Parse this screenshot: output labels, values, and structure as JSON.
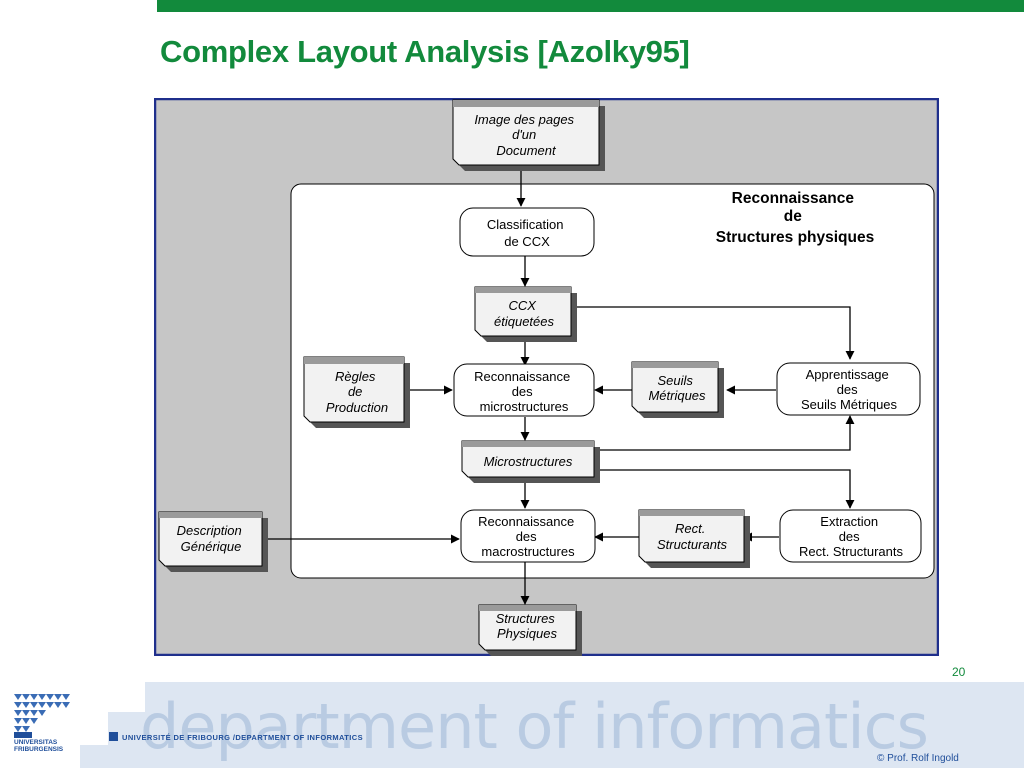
{
  "slide": {
    "title": "Complex Layout Analysis [Azolky95]",
    "page_number": "20"
  },
  "diagram": {
    "region_title": [
      "Reconnaissance",
      "de",
      "Structures physiques"
    ],
    "documents": {
      "image": [
        "Image des pages",
        "d'un",
        "Document"
      ],
      "ccx": [
        "CCX",
        "étiquetées"
      ],
      "regles": [
        "Règles",
        "de",
        "Production"
      ],
      "seuils": [
        "Seuils",
        "Métriques"
      ],
      "microstructures": [
        "Microstructures"
      ],
      "description": [
        "Description",
        "Générique"
      ],
      "rect": [
        "Rect.",
        "Structurants"
      ],
      "structures": [
        "Structures",
        "Physiques"
      ]
    },
    "processes": {
      "classification": [
        "Classification",
        "de CCX"
      ],
      "reco_micro": [
        "Reconnaissance",
        "des",
        "microstructures"
      ],
      "apprentissage": [
        "Apprentissage",
        "des",
        "Seuils Métriques"
      ],
      "reco_macro": [
        "Reconnaissance",
        "des",
        "macrostructures"
      ],
      "extraction": [
        "Extraction",
        "des",
        "Rect. Structurants"
      ]
    }
  },
  "footer": {
    "wordmark": "department of informatics",
    "line": "UNIVERSITÉ DE FRIBOURG /DEPARTMENT OF INFORMATICS",
    "logo_text": [
      "UNIVERSITAS",
      "FRIBURGENSIS"
    ],
    "copyright": "© Prof. Rolf Ingold"
  },
  "colors": {
    "accent_green": "#128a3c",
    "figure_frame": "#1f2f8c",
    "figure_background": "#c6c6c6",
    "footer_blue": "#1f4e9a"
  }
}
